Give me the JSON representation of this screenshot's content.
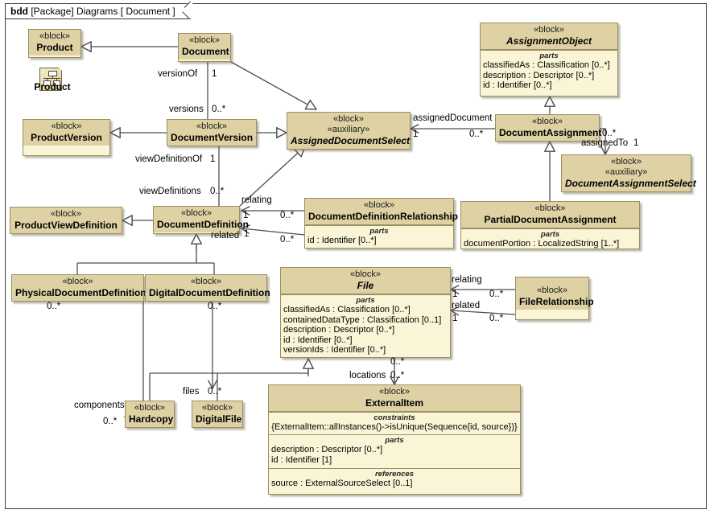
{
  "frame": {
    "kind": "bdd",
    "qualifier": "[Package] Diagrams",
    "name": "[ Document ]"
  },
  "stereotypes": {
    "block": "«left»",
    "block_label": "«block»",
    "auxiliary_label": "«auxiliary»"
  },
  "captions": {
    "parts": "parts",
    "constraints": "constraints",
    "references": "references"
  },
  "diagram_icon": {
    "label": "Product",
    "name": "product-diagram-reference"
  },
  "blocks": [
    {
      "id": "product",
      "stereo": "«block»",
      "name": "Product",
      "italic": false
    },
    {
      "id": "document",
      "stereo": "«block»",
      "name": "Document",
      "italic": false
    },
    {
      "id": "assignmentobject",
      "stereo": "«block»",
      "name": "AssignmentObject",
      "italic": true,
      "parts": [
        "classifiedAs : Classification [0..*]",
        "description : Descriptor [0..*]",
        "id : Identifier [0..*]"
      ]
    },
    {
      "id": "productversion",
      "stereo": "«block»",
      "name": "ProductVersion",
      "italic": false
    },
    {
      "id": "documentversion",
      "stereo": "«block»",
      "name": "DocumentVersion",
      "italic": false
    },
    {
      "id": "assigneddocselect",
      "stereo": "«block»",
      "stereo2": "«auxiliary»",
      "name": "AssignedDocumentSelect",
      "italic": true
    },
    {
      "id": "documentassignment",
      "stereo": "«block»",
      "name": "DocumentAssignment",
      "italic": false
    },
    {
      "id": "docassignselect",
      "stereo": "«block»",
      "stereo2": "«auxiliary»",
      "name": "DocumentAssignmentSelect",
      "italic": true
    },
    {
      "id": "productviewdef",
      "stereo": "«block»",
      "name": "ProductViewDefinition",
      "italic": false
    },
    {
      "id": "documentdefinition",
      "stereo": "«block»",
      "name": "DocumentDefinition",
      "italic": false
    },
    {
      "id": "docdefrelationship",
      "stereo": "«block»",
      "name": "DocumentDefinitionRelationship",
      "italic": false,
      "parts": [
        "id : Identifier [0..*]"
      ]
    },
    {
      "id": "partialdocassign",
      "stereo": "«block»",
      "name": "PartialDocumentAssignment",
      "italic": false,
      "parts": [
        "documentPortion : LocalizedString [1..*]"
      ]
    },
    {
      "id": "physicaldocdef",
      "stereo": "«block»",
      "name": "PhysicalDocumentDefinition",
      "italic": false
    },
    {
      "id": "digitaldocdef",
      "stereo": "«block»",
      "name": "DigitalDocumentDefinition",
      "italic": false
    },
    {
      "id": "file",
      "stereo": "«block»",
      "name": "File",
      "italic": true,
      "parts": [
        "classifiedAs : Classification [0..*]",
        "containedDataType : Classification [0..1]",
        "description : Descriptor [0..*]",
        "id : Identifier [0..*]",
        "versionIds : Identifier [0..*]"
      ]
    },
    {
      "id": "filerelationship",
      "stereo": "«block»",
      "name": "FileRelationship",
      "italic": false
    },
    {
      "id": "hardcopy",
      "stereo": "«block»",
      "name": "Hardcopy",
      "italic": false
    },
    {
      "id": "digitalfile",
      "stereo": "«block»",
      "name": "DigitalFile",
      "italic": false
    },
    {
      "id": "externalitem",
      "stereo": "«block»",
      "name": "ExternalItem",
      "italic": false,
      "constraints": [
        "{ExternalItem::allInstances()->isUnique(Sequence{id, source})}"
      ],
      "parts": [
        "description : Descriptor [0..*]",
        "id : Identifier [1]"
      ],
      "references": [
        "source : ExternalSourceSelect [0..1]"
      ]
    }
  ],
  "edge_labels": [
    {
      "id": "versionOf",
      "text": "versionOf"
    },
    {
      "id": "versionOf_mult",
      "text": "1"
    },
    {
      "id": "versions",
      "text": "versions"
    },
    {
      "id": "versions_mult",
      "text": "0..*"
    },
    {
      "id": "viewDefinitionOf",
      "text": "viewDefinitionOf"
    },
    {
      "id": "viewDefinitionOf_mult",
      "text": "1"
    },
    {
      "id": "viewDefinitions",
      "text": "viewDefinitions"
    },
    {
      "id": "viewDefinitions_mult",
      "text": "0..*"
    },
    {
      "id": "assignedDocument",
      "text": "assignedDocument"
    },
    {
      "id": "assignedDocument_m1",
      "text": "1"
    },
    {
      "id": "assignedDocument_m2",
      "text": "0..*"
    },
    {
      "id": "assignedTo",
      "text": "assignedTo"
    },
    {
      "id": "assignedTo_m1",
      "text": "0..*"
    },
    {
      "id": "assignedTo_m2",
      "text": "1"
    },
    {
      "id": "relating_dd",
      "text": "relating"
    },
    {
      "id": "relating_dd_m1",
      "text": "1"
    },
    {
      "id": "relating_dd_m2",
      "text": "0..*"
    },
    {
      "id": "related_dd",
      "text": "related"
    },
    {
      "id": "related_dd_m1",
      "text": "1"
    },
    {
      "id": "related_dd_m2",
      "text": "0..*"
    },
    {
      "id": "relating_f",
      "text": "relating"
    },
    {
      "id": "relating_f_m1",
      "text": "1"
    },
    {
      "id": "relating_f_m2",
      "text": "0..*"
    },
    {
      "id": "related_f",
      "text": "related"
    },
    {
      "id": "related_f_m1",
      "text": "1"
    },
    {
      "id": "related_f_m2",
      "text": "0..*"
    },
    {
      "id": "phys_mult",
      "text": "0..*"
    },
    {
      "id": "digi_mult",
      "text": "0..*"
    },
    {
      "id": "components",
      "text": "components"
    },
    {
      "id": "components_mult",
      "text": "0..*"
    },
    {
      "id": "files",
      "text": "files"
    },
    {
      "id": "files_mult",
      "text": "0..*"
    },
    {
      "id": "locations_top",
      "text": "0..*"
    },
    {
      "id": "locations",
      "text": "locations"
    },
    {
      "id": "locations_mult",
      "text": "0..*"
    }
  ],
  "colors": {
    "block_header": "#ded2a4",
    "block_body": "#fbf5d7",
    "block_border": "#9a8f63",
    "connector": "#4d4d4d",
    "attribute_text": "#6a6a57",
    "frame_border": "#3a3a3a"
  }
}
